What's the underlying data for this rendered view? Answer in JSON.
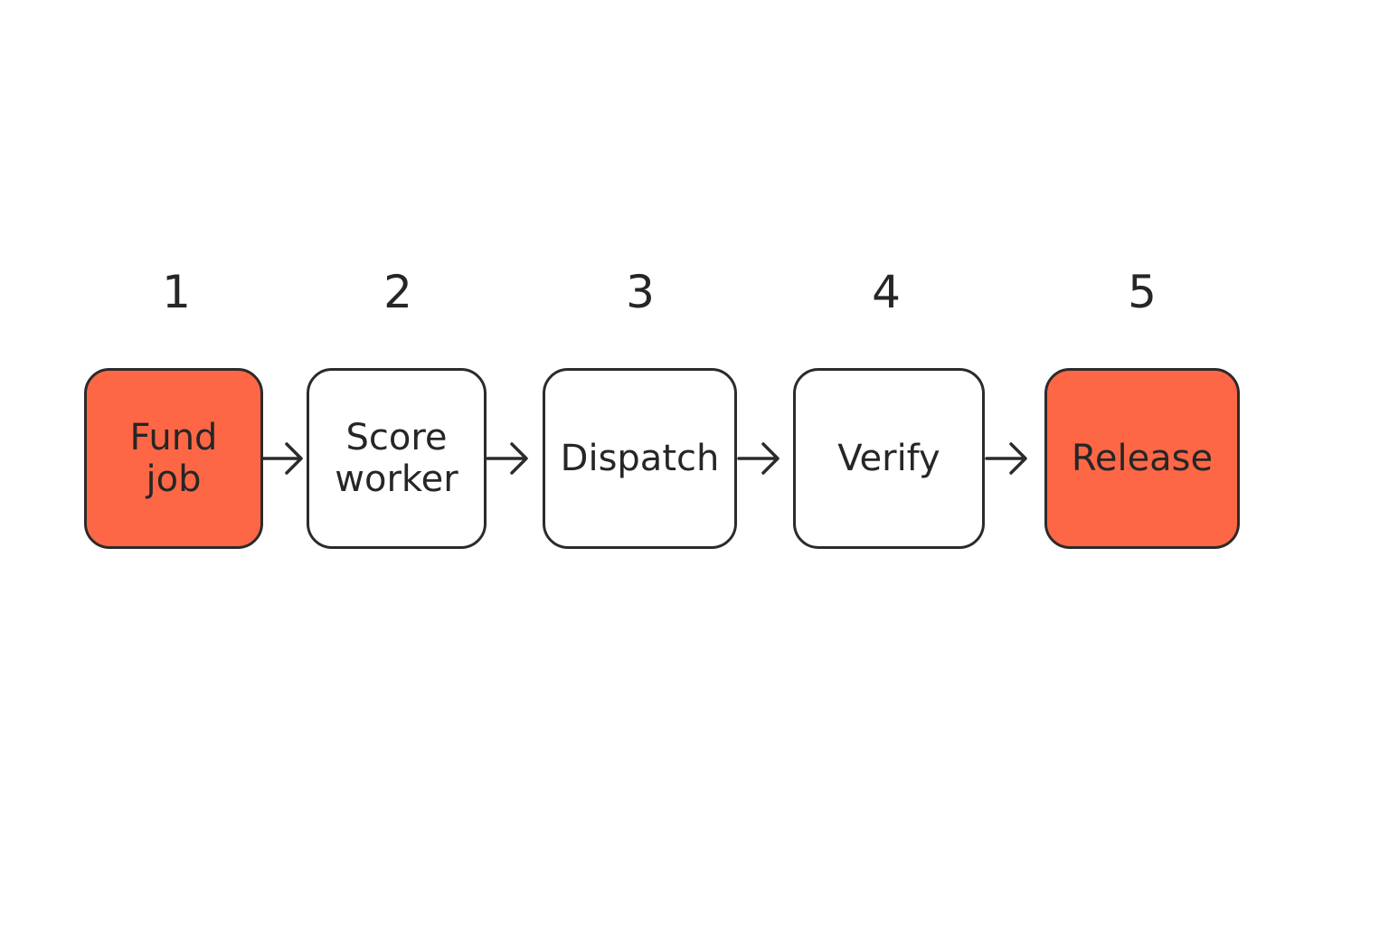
{
  "diagram": {
    "steps": [
      {
        "number": "1",
        "label": "Fund\njob",
        "highlighted": true
      },
      {
        "number": "2",
        "label": "Score\nworker",
        "highlighted": false
      },
      {
        "number": "3",
        "label": "Dispatch",
        "highlighted": false
      },
      {
        "number": "4",
        "label": "Verify",
        "highlighted": false
      },
      {
        "number": "5",
        "label": "Release",
        "highlighted": true
      }
    ],
    "colors": {
      "highlight": "#fe6746",
      "default": "#ffffff",
      "stroke": "#2b2b2b",
      "text": "#262626"
    },
    "connector_icon": "arrow-right-icon"
  }
}
